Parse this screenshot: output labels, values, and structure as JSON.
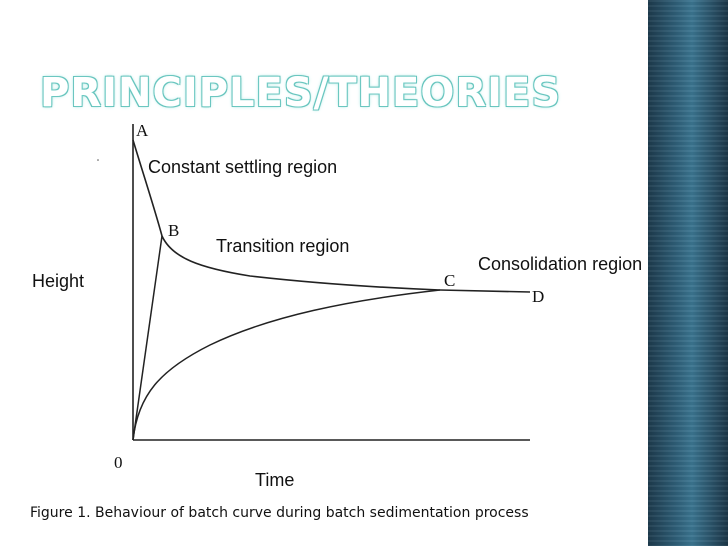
{
  "slide": {
    "title": "PRINCIPLES/THEORIES",
    "caption": "Figure 1. Behaviour of batch curve during batch sedimentation process"
  },
  "diagram": {
    "y_axis_label": "Height",
    "x_axis_label": "Time",
    "origin_label": "0",
    "points": {
      "a": "A",
      "b": "B",
      "c": "C",
      "d": "D"
    },
    "regions": {
      "constant_settling": "Constant settling region",
      "transition": "Transition region",
      "consolidation": "Consolidation region"
    }
  },
  "colors": {
    "side_band": "#2f5f78",
    "title_glow": "#7fd6d0",
    "ink": "#111111"
  }
}
